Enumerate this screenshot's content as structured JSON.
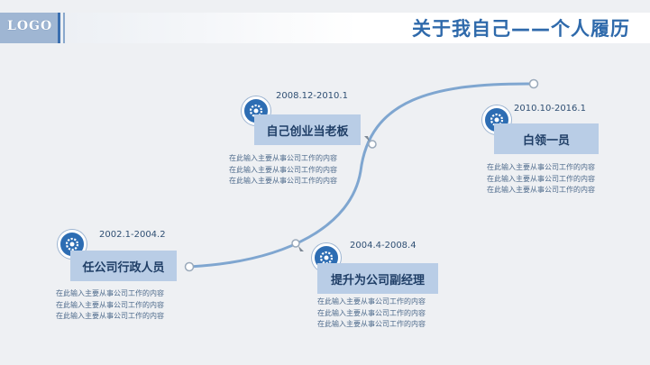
{
  "header": {
    "logo": "LOGO",
    "title": "关于我自己——个人履历"
  },
  "milestones": [
    {
      "date": "2002.1-2004.2",
      "role": "任公司行政人员",
      "lines": [
        "在此输入主要从事公司工作的内容",
        "在此输入主要从事公司工作的内容",
        "在此输入主要从事公司工作的内容"
      ]
    },
    {
      "date": "2004.4-2008.4",
      "role": "提升为公司副经理",
      "lines": [
        "在此输入主要从事公司工作的内容",
        "在此输入主要从事公司工作的内容",
        "在此输入主要从事公司工作的内容"
      ]
    },
    {
      "date": "2008.12-2010.1",
      "role": "自己创业当老板",
      "lines": [
        "在此输入主要从事公司工作的内容",
        "在此输入主要从事公司工作的内容",
        "在此输入主要从事公司工作的内容"
      ]
    },
    {
      "date": "2010.10-2016.1",
      "role": "白领一员",
      "lines": [
        "在此输入主要从事公司工作的内容",
        "在此输入主要从事公司工作的内容",
        "在此输入主要从事公司工作的内容"
      ]
    }
  ],
  "colors": {
    "accent": "#2d6db3",
    "box": "#b9cde6",
    "line": "#7fa6d0"
  },
  "icons": [
    "gear-icon"
  ]
}
